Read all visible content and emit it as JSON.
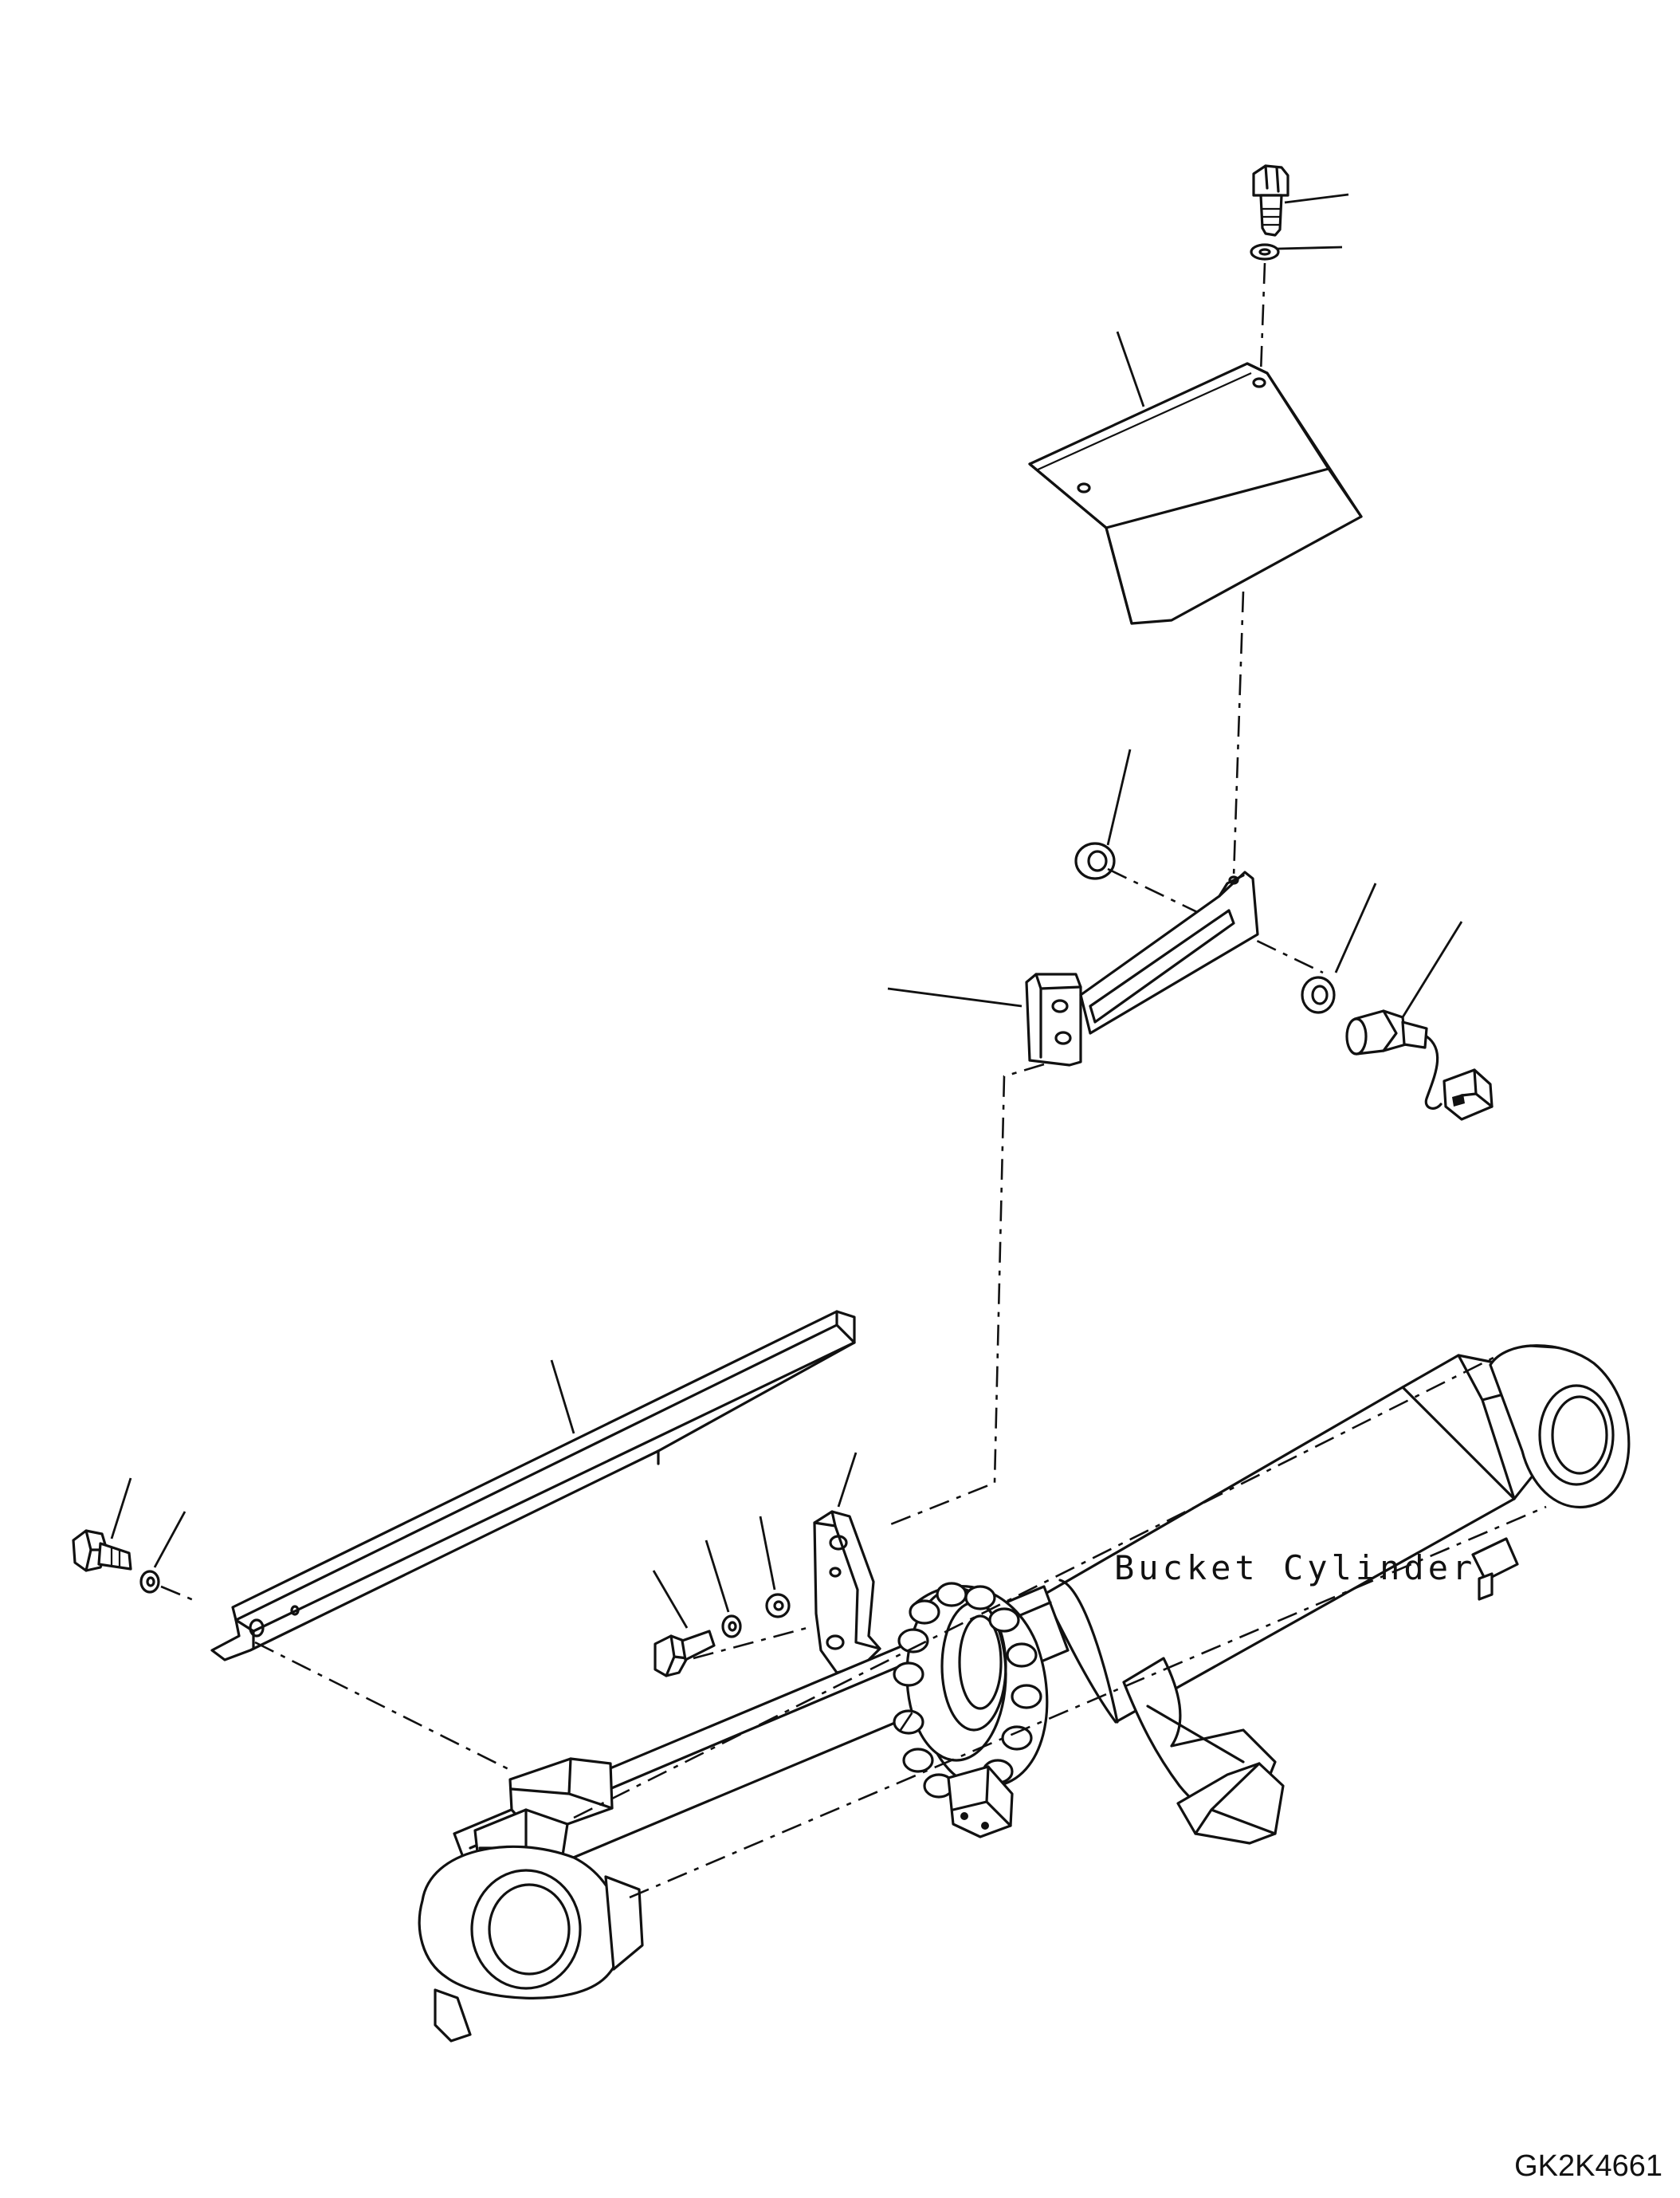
{
  "labels": {
    "cylinder_name": "Bucket Cylinder",
    "drawing_number": "GK2K4661"
  },
  "parts": [
    {
      "name": "bolt-top"
    },
    {
      "name": "washer-top"
    },
    {
      "name": "cover-plate"
    },
    {
      "name": "washer-large-upper"
    },
    {
      "name": "bracket-arm"
    },
    {
      "name": "washer-large-right"
    },
    {
      "name": "proximity-sensor"
    },
    {
      "name": "angle-rail"
    },
    {
      "name": "bolt-left"
    },
    {
      "name": "washer-left"
    },
    {
      "name": "mount-plate"
    },
    {
      "name": "bolt-center"
    },
    {
      "name": "washer-center-small"
    },
    {
      "name": "washer-center-flat"
    },
    {
      "name": "bucket-cylinder"
    }
  ]
}
